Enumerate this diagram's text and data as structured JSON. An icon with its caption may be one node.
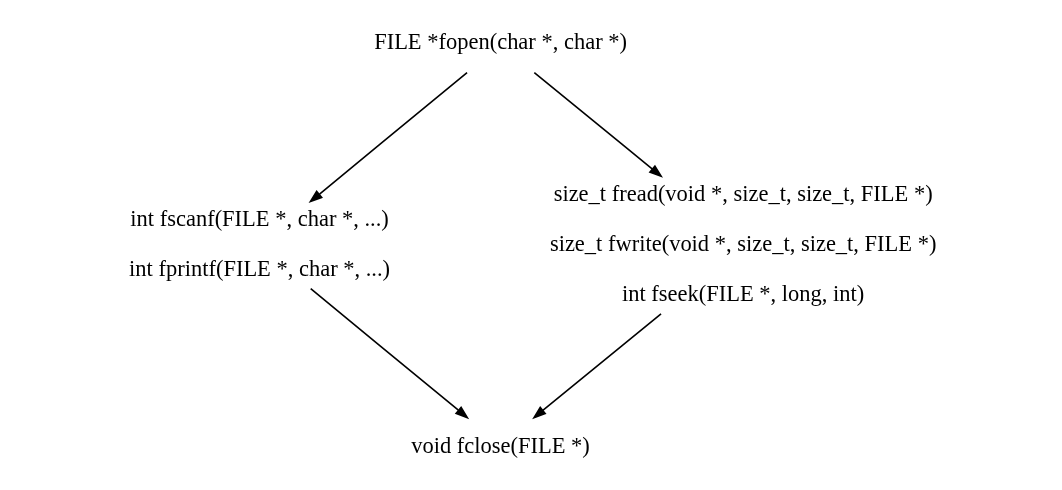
{
  "diagram": {
    "nodes": [
      {
        "text": [
          "FILE *fopen(char *, char *)"
        ]
      },
      {
        "text": [
          "int fscanf(FILE *, char *, ...)",
          "int fprintf(FILE *, char *, ...)"
        ]
      },
      {
        "text": [
          "size_t fread(void *, size_t, size_t, FILE *)",
          "size_t fwrite(void *, size_t, size_t, FILE *)",
          "int fseek(FILE *, long, int)"
        ]
      },
      {
        "text": [
          "void fclose(FILE *)"
        ]
      }
    ],
    "edges": [
      {
        "from": 0,
        "to": 1,
        "arrow": "to"
      },
      {
        "from": 0,
        "to": 2,
        "arrow": "to"
      },
      {
        "from": 1,
        "to": 3,
        "arrow": "to"
      },
      {
        "from": 2,
        "to": 3,
        "arrow": "to"
      }
    ]
  }
}
